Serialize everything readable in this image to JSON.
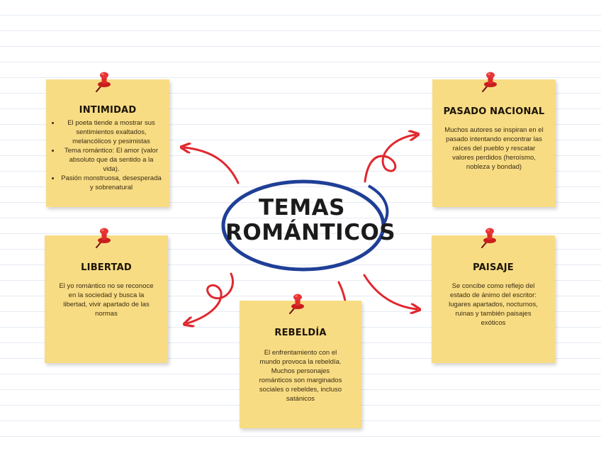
{
  "center": {
    "line1": "TEMAS",
    "line2": "ROMÁNTICOS"
  },
  "colors": {
    "note": "#f8dc84",
    "arrow": "#e0282e",
    "ellipse": "#1f3f97",
    "pin": "#e02a2a"
  },
  "notes": {
    "intimidad": {
      "title": "INTIMIDAD",
      "bullets": [
        "El poeta tiende a mostrar sus sentimientos exaltados, melancólicos y pesimistas",
        "Tema romántico: El amor (valor absoluto que da sentido a la vida).",
        "Pasión monstruosa, desesperada y sobrenatural"
      ]
    },
    "pasado": {
      "title": "PASADO NACIONAL",
      "text": "Muchos autores se inspiran en el pasado intentando encontrar las raíces del pueblo y rescatar valores perdidos (heroísmo, nobleza y bondad)"
    },
    "libertad": {
      "title": "LIBERTAD",
      "text": "El yo romántico no se reconoce en la sociedad y busca la libertad, vivir apartado de las normas"
    },
    "paisaje": {
      "title": "PAISAJE",
      "text": "Se concibe como reflejo del estado de ánimo del escritor: lugares apartados, nocturnos, ruinas y también paisajes exóticos"
    },
    "rebeldia": {
      "title": "REBELDÍA",
      "text": "El enfrentamiento con el mundo provoca la rebeldía. Muchos personajes románticos son marginados sociales o rebeldes, incluso satánicos"
    }
  }
}
